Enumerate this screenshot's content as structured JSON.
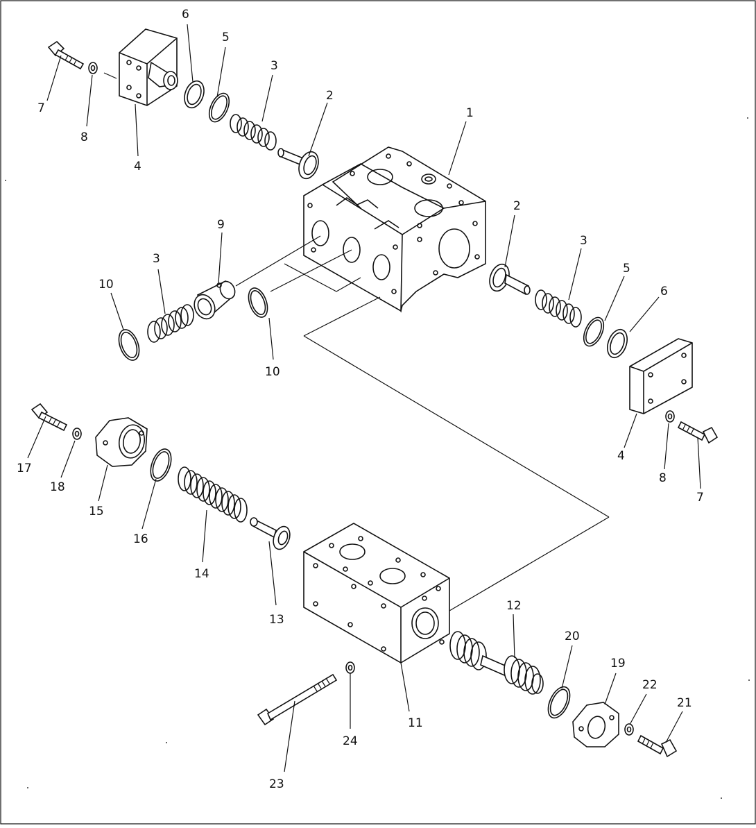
{
  "diagram": {
    "labels": {
      "l1": "1",
      "l2a": "2",
      "l2b": "2",
      "l3a": "3",
      "l3b": "3",
      "l3c": "3",
      "l4a": "4",
      "l4b": "4",
      "l5a": "5",
      "l5b": "5",
      "l6a": "6",
      "l6b": "6",
      "l7a": "7",
      "l7b": "7",
      "l8a": "8",
      "l8b": "8",
      "l9": "9",
      "l10a": "10",
      "l10b": "10",
      "l11": "11",
      "l12": "12",
      "l13": "13",
      "l14": "14",
      "l15": "15",
      "l16": "16",
      "l17": "17",
      "l18": "18",
      "l19": "19",
      "l20": "20",
      "l21": "21",
      "l22": "22",
      "l23": "23",
      "l24": "24"
    }
  }
}
